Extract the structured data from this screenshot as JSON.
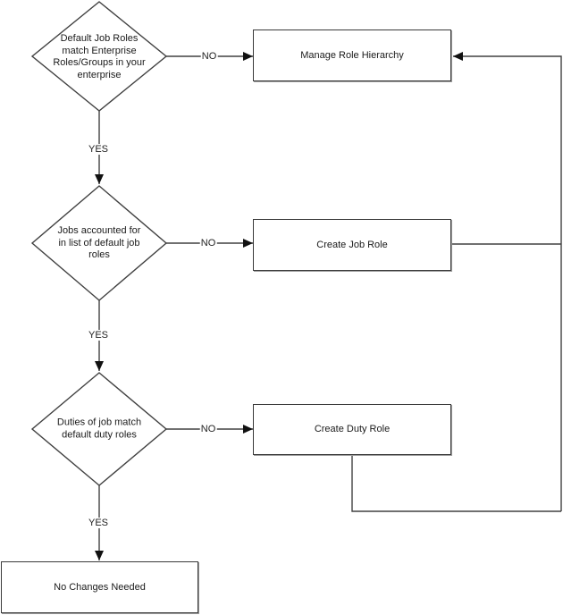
{
  "diagram": {
    "type": "flowchart",
    "labels": {
      "yes": "YES",
      "no": "NO"
    },
    "decisions": [
      {
        "id": "decision-1",
        "text": "Default Job Roles\nmatch Enterprise\nRoles/Groups in your\nenterprise"
      },
      {
        "id": "decision-2",
        "text": "Jobs accounted for\nin list of default job\nroles"
      },
      {
        "id": "decision-3",
        "text": "Duties of job match\ndefault duty roles"
      }
    ],
    "processes": [
      {
        "id": "process-manage-role-hierarchy",
        "text": "Manage Role Hierarchy"
      },
      {
        "id": "process-create-job-role",
        "text": "Create Job Role"
      },
      {
        "id": "process-create-duty-role",
        "text": "Create Duty Role"
      },
      {
        "id": "process-no-changes-needed",
        "text": "No Changes Needed"
      }
    ],
    "edges": [
      {
        "from": "decision-1",
        "to": "process-manage-role-hierarchy",
        "label": "NO"
      },
      {
        "from": "decision-1",
        "to": "decision-2",
        "label": "YES"
      },
      {
        "from": "decision-2",
        "to": "process-create-job-role",
        "label": "NO"
      },
      {
        "from": "decision-2",
        "to": "decision-3",
        "label": "YES"
      },
      {
        "from": "decision-3",
        "to": "process-create-duty-role",
        "label": "NO"
      },
      {
        "from": "decision-3",
        "to": "process-no-changes-needed",
        "label": "YES"
      },
      {
        "from": "process-create-job-role",
        "to": "process-manage-role-hierarchy",
        "label": ""
      },
      {
        "from": "process-create-duty-role",
        "to": "process-manage-role-hierarchy",
        "label": ""
      }
    ],
    "colors": {
      "line": "#404040",
      "text": "#1a1a1a",
      "shape_fill": "#ffffff",
      "shape_border": "#3a3a3a",
      "shadow": "#9c9c9c",
      "arrowhead": "#111111"
    }
  }
}
